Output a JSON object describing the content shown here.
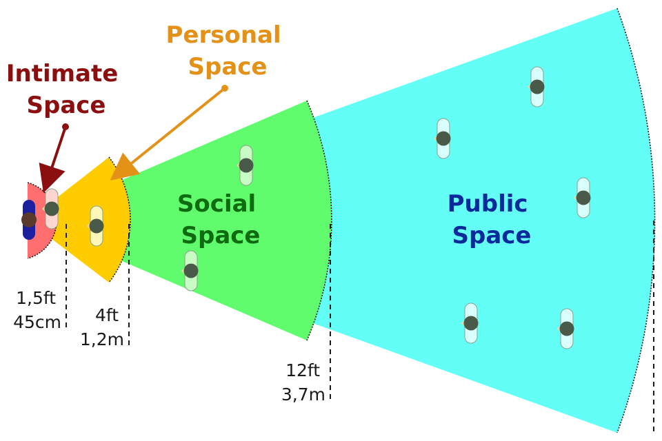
{
  "zones": {
    "intimate": {
      "line1": "Intimate",
      "line2": "Space",
      "fill": "#ff6f6f",
      "label_color": "#8b0f0f"
    },
    "personal": {
      "line1": "Personal",
      "line2": "Space",
      "fill": "#ffcc00",
      "label_color": "#e39117"
    },
    "social": {
      "line1": "Social",
      "line2": "Space",
      "fill": "#60fc6e",
      "label_color": "#0f6b0f"
    },
    "public": {
      "line1": "Public",
      "line2": "Space",
      "fill": "#63fff7",
      "label_color": "#0a2a9c"
    }
  },
  "distances": {
    "intimate": {
      "imperial": "1,5ft",
      "metric": "45cm"
    },
    "personal": {
      "imperial": "4ft",
      "metric": "1,2m"
    },
    "social": {
      "imperial": "12ft",
      "metric": "3,7m"
    }
  },
  "colors": {
    "person_body": "#4a5a48",
    "center_person": "#1b1fa0",
    "center_head": "#5a3a2a"
  }
}
